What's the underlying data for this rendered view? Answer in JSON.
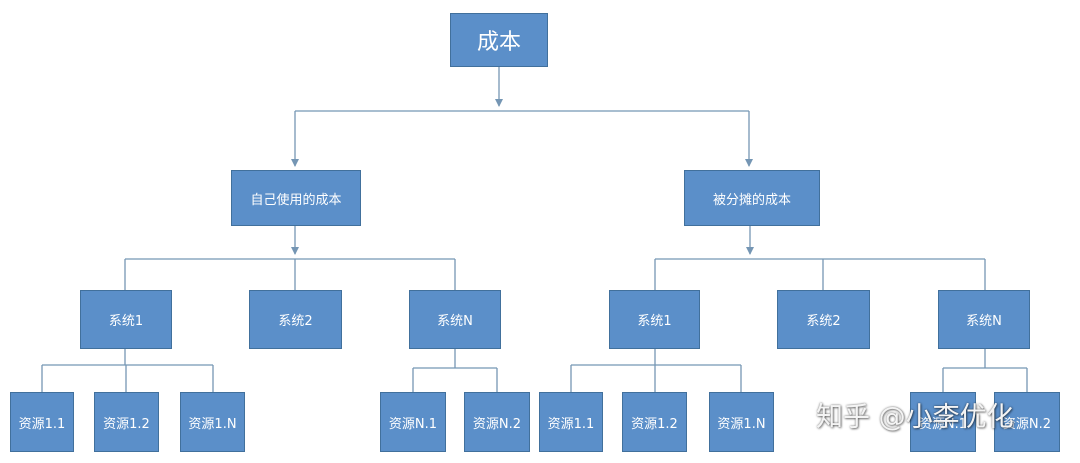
{
  "root": {
    "label": "成本"
  },
  "branches": [
    {
      "label": "自己使用的成本",
      "systems": [
        {
          "label": "系统1",
          "resources": [
            "资源1.1",
            "资源1.2",
            "资源1.N"
          ]
        },
        {
          "label": "系统2",
          "resources": []
        },
        {
          "label": "系统N",
          "resources": [
            "资源N.1",
            "资源N.2"
          ]
        }
      ]
    },
    {
      "label": "被分摊的成本",
      "systems": [
        {
          "label": "系统1",
          "resources": [
            "资源1.1",
            "资源1.2",
            "资源1.N"
          ]
        },
        {
          "label": "系统2",
          "resources": []
        },
        {
          "label": "系统N",
          "resources": [
            "资源N.1",
            "资源N.2"
          ]
        }
      ]
    }
  ],
  "watermark": "知乎 @小李优化",
  "colors": {
    "node_fill": "#5b8fc9",
    "node_border": "#41709c",
    "connector": "#7596b4"
  }
}
